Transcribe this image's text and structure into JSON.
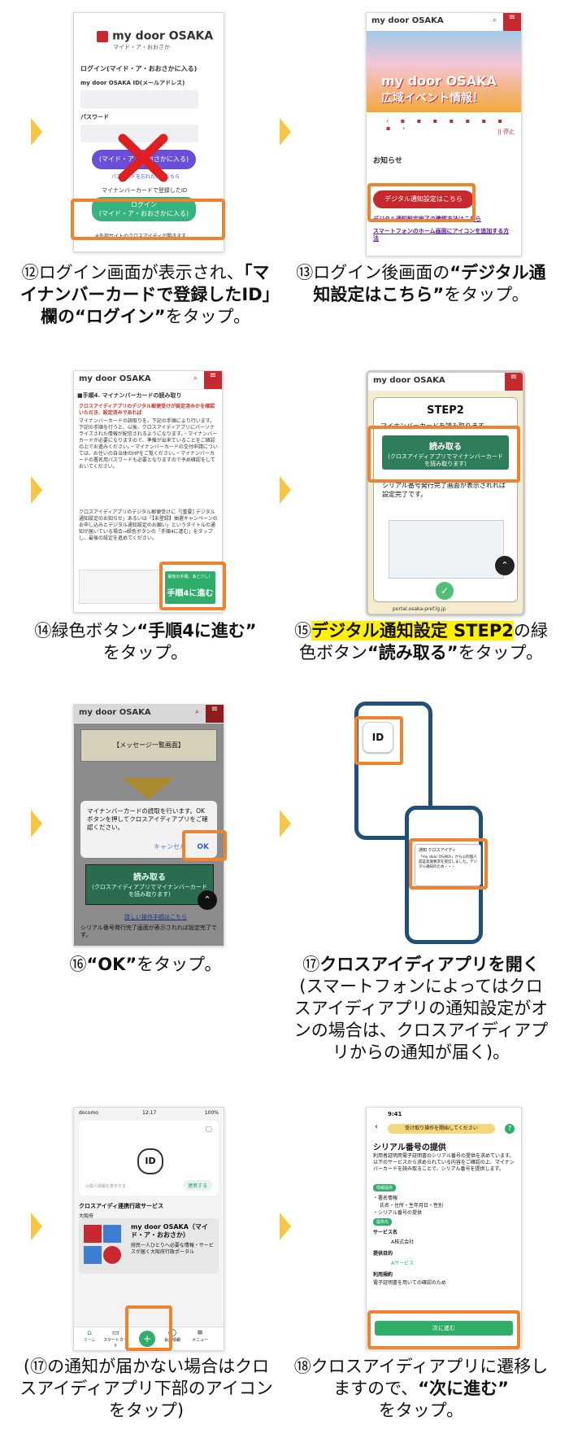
{
  "steps": {
    "s12": {
      "num": "⑫",
      "caption_a": "ログイン画面が表示され、",
      "caption_b": "「マイナンバーカードで登録したID」欄の",
      "caption_c": "“ログイン”",
      "caption_d": "をタップ。",
      "logo": "my door OSAKA",
      "logo_sub": "マイド・ア・おおさか",
      "login_heading": "ログイン(マイド・ア・おおさかに入る)",
      "id_label": "my door OSAKA ID(メールアドレス)",
      "pw_label": "パスワード",
      "purple_btn": "(マイド・ア・おおさかに入る)",
      "forgot": "パスワードを忘れた方はこちら",
      "mynumber_label": "マイナンバーカードで登録したID",
      "green_btn_a": "ログイン",
      "green_btn_b": "(マイド・ア・おおさかに入る)",
      "foot": "※外部サイトのクロスアイディが開きます"
    },
    "s13": {
      "num": "⑬",
      "caption_a": "ログイン後画面の",
      "caption_b": "“デジタル通知設定はこちら”",
      "caption_c": "をタップ。",
      "logo": "my door OSAKA",
      "search": "検索",
      "menu": "メニュー",
      "banner_a": "my door OSAKA",
      "banner_b": "広域イベント情報！",
      "stop": "|| 停止",
      "notice": "お知らせ",
      "red_btn": "デジタル通知設定はこちら",
      "link1": "デジタル通知設定完了の確認方法はこちら",
      "link2": "スマートフォンのホーム画面にアイコンを追加する方法"
    },
    "s14": {
      "num": "⑭",
      "caption_a": "緑色ボタン",
      "caption_b": "“手順4に進む”",
      "caption_c": "をタップ。",
      "logo": "my door OSAKA",
      "heading": "■手順4. マイナンバーカードの読み取り",
      "body_red": "クロスアイディアプリのデジタル郵便受けが設定済みかを確認いただき、設定済みであれば",
      "body": "マイナンバーカードの読取りを、下記の手順により行います。下記の手順を行うと、以後、クロスアイディアプリにパーソナライズされた情報が配信されるようになります。・マイナンバーカードが必要になりますので、準備が出来ていることをご確認の上でお進みください。・マイナンバーカードの交付申請については、お住いの自治体のHPをご覧ください。・マイナンバーカードの署名用パスワードも必要となりますので予め確認をしておいてください。",
      "body2": "クロスアイディアプリのデジタル郵便受けに「[重要] デジタル通知設定のお知らせ」あるいは「【未登録】抽選キャンペーンのお申し込みとデジタル通知設定のお願い」というタイトルの通知が届いている場合→緑色ボタンの「手順4に進む」をタップし、最後の設定を進めてください。",
      "green_btn": "手順4に進む",
      "green_small": "最後の手順、あと少し！"
    },
    "s15": {
      "num": "⑮",
      "caption_a": "デジタル通知設定 STEP2",
      "caption_b": "の緑色ボタン",
      "caption_c": "“読み取る”",
      "caption_d": "をタップ。",
      "logo": "my door OSAKA",
      "step": "STEP2",
      "step_desc": "マイナンバーカードを読み取ります。",
      "btn_a": "読み取る",
      "btn_b": "(クロスアイディアプリでマイナンバーカードを読み取ります)",
      "serial": "シリアル番号発行完了画面が表示されれば設定完了です。",
      "url": "portal.osaka-pref.lg.jp"
    },
    "s16": {
      "num": "⑯",
      "caption_a": "“OK”",
      "caption_b": "をタップ。",
      "logo": "my door OSAKA",
      "top_msg": "【メッセージ一覧画面】",
      "dialog": "マイナンバーカードの読取を行います。OKボタンを押してクロスアイディアプリをご確認ください。",
      "cancel": "キャンセル",
      "ok": "OK",
      "btn_a": "読み取る",
      "btn_b": "(クロスアイディアプリでマイナンバーカードを読み取ります)",
      "link": "詳しい操作手順はこちら",
      "serial": "シリアル番号発行完了画面が表示されれば設定完了です。"
    },
    "s17": {
      "num": "⑰",
      "caption_a": "クロスアイディアプリを開く",
      "caption_b": "(スマートフォンによってはクロスアイディアプリの通知設定がオンの場合は、クロスアイディアプリからの通知が届く)。",
      "app_icon": "ID",
      "notif_title": "通知  クロスアイディ",
      "notif_body": "「my door OSAKA」から公的個人認証実施要求を受信しました。デジタル通知のため・・・"
    },
    "s17b": {
      "caption": "(⑰の通知が届かない場合はクロスアイディアプリ下部のアイコンをタップ)",
      "carrier": "docomo",
      "time": "12:17",
      "battery": "100%",
      "id_logo": "ID",
      "personal": "公開人情報を表示する",
      "pill": "連携する",
      "services": "クロスアイディ連携行政サービス",
      "region": "大阪府",
      "svc_title": "my door OSAKA（マイド・ア・おおさか）",
      "svc_desc": "府民一人ひとりへ必要な情報・サービスが届く大阪府行政ポータル",
      "tab1": "ホーム",
      "tab2": "スマートカード",
      "tab4": "会員情報",
      "tab5": "メニュー"
    },
    "s18": {
      "num": "⑱",
      "caption_a": "クロスアイディアプリに遷移しますので、",
      "caption_b": "“次に進む”",
      "caption_c": "をタップ。",
      "time": "9:41",
      "pill": "受け取り操作を開始してください",
      "title": "シリアル番号の提供",
      "desc": "利用者証明用電子証明書のシリアル番号の提供を求めています。以下のサービスから求められている内容をご確認の上、マイナンバーカードを読み取ることで、シリアル番号を提供します。",
      "info_tag": "情報提供",
      "info1": "・署名情報",
      "info1b": "氏名・住所・生年月日・性別",
      "info2": "・シリアル番号の提供",
      "svc_tag": "提供先",
      "svc_label": "サービス名",
      "svc_value": "A株式会社",
      "pur_label": "提供目的",
      "pur_value": "Aサービス",
      "use_label": "利用規約",
      "use_value": "電子証明書を用いての確認のため",
      "next_btn": "次に進む"
    }
  }
}
